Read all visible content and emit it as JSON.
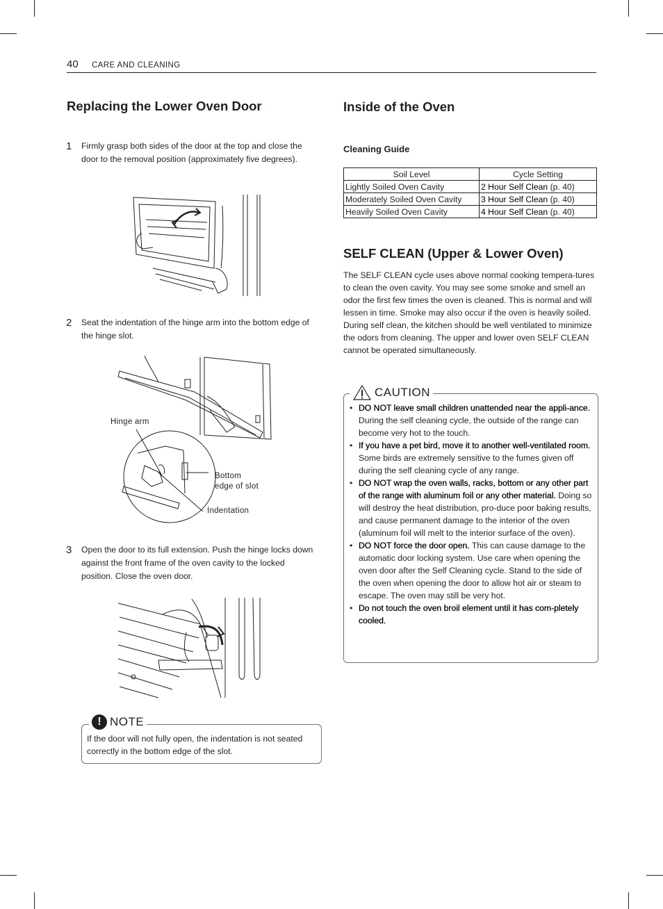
{
  "header": {
    "page_number": "40",
    "section": "CARE AND CLEANING"
  },
  "left": {
    "title": "Replacing the Lower Oven Door",
    "steps": [
      {
        "num": "1",
        "text": "Firmly grasp both sides of the door at the top and close the door to the removal position (approximately five degrees)."
      },
      {
        "num": "2",
        "text": "Seat the indentation of the hinge arm into the bottom edge of the hinge slot."
      },
      {
        "num": "3",
        "text": "Open the door to its full extension. Push the hinge locks down against the front frame of the oven cavity to the locked position. Close the oven door."
      }
    ],
    "figure2_labels": {
      "hinge_arm": "Hinge arm",
      "bottom_edge_line1": "Bottom",
      "bottom_edge_line2": "edge of slot",
      "indentation": "Indentation"
    },
    "note": {
      "icon": "!",
      "title": "NOTE",
      "text": "If the door will not fully open, the indentation is not seated correctly in the bottom edge of the slot."
    }
  },
  "right": {
    "title": "Inside of the Oven",
    "cleaning_guide_title": "Cleaning Guide",
    "table": {
      "headers": [
        "Soil Level",
        "Cycle Setting"
      ],
      "rows": [
        {
          "soil": "Lightly Soiled Oven Cavity",
          "cycle": "2 Hour Self Clean",
          "ref": " (p. 40)"
        },
        {
          "soil": "Moderately Soiled Oven Cavity",
          "cycle": "3 Hour Self Clean",
          "ref": " (p. 40)"
        },
        {
          "soil": "Heavily Soiled Oven Cavity",
          "cycle": "4 Hour Self Clean",
          "ref": " (p. 40)"
        }
      ]
    },
    "self_clean_title": "SELF CLEAN (Upper & Lower Oven)",
    "self_clean_text": "The SELF CLEAN cycle uses above normal cooking tempera-tures to clean the oven cavity. You may see some smoke and smell an odor the first few times the oven is cleaned. This is normal and will lessen in time. Smoke may also occur if the oven is heavily soiled. During self clean, the kitchen should be well ventilated to minimize the odors from cleaning. The upper and lower oven SELF CLEAN cannot be operated simultaneously.",
    "caution": {
      "title": "CAUTION",
      "items": [
        {
          "bold": "DO NOT leave small children unattended near the appli-ance.",
          "text": " During the self cleaning cycle, the outside of the range can become very hot to the touch."
        },
        {
          "bold": "If you have a pet bird, move it to another well-ventilated room.",
          "text": " Some birds are extremely sensitive to the fumes given off during the self cleaning cycle of any range."
        },
        {
          "bold": "DO NOT wrap the oven walls, racks, bottom or any other part of the range with aluminum foil or any other material.",
          "text": " Doing so will destroy the heat distribution, pro-duce poor baking results, and cause permanent damage to the interior of the oven (aluminum foil will melt to the interior surface of the oven)."
        },
        {
          "bold": "DO NOT force the door open.",
          "text": " This can cause damage to the automatic door locking system. Use care when opening the oven door after the Self Cleaning cycle. Stand to the side of the oven when opening the door to allow hot air or steam to escape. The oven may still be very hot."
        },
        {
          "bold": "Do not touch the oven broil element until it has com-pletely cooled.",
          "text": ""
        }
      ]
    }
  }
}
